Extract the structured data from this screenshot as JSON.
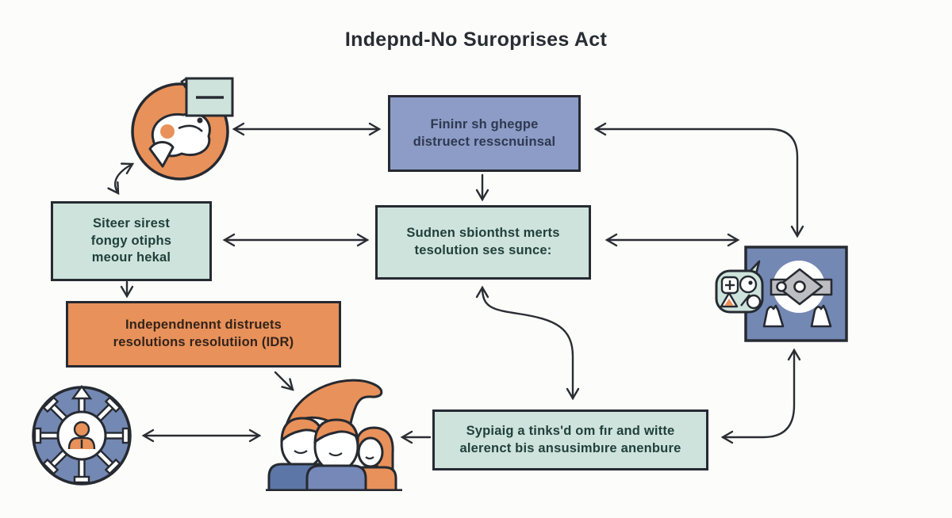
{
  "title": "Indepnd-No Suroprises Act",
  "boxes": {
    "top": "Fininr sh ghegpe\ndistruect resscnuinsal",
    "left": "Siteer sirest\nfongy otiphs\nmeour hekal",
    "middle": "Sudnen sbionthst merts\ntesolution ses sunce:",
    "idr": "Independnennt distruets\nresolutions resolutiion (IDR)",
    "bottom": "Sypiaig a tinks'd om fır and witte\nalerenct bis ansusimbıre anenbure"
  },
  "icons": {
    "top_left": "brain-with-note-icon",
    "bottom_left": "person-hub-icon",
    "family": "family-icon",
    "right": "arbiter-review-icon"
  },
  "colors": {
    "background": "#FCFCFA",
    "orange": "#E8915A",
    "teal": "#CDE3DB",
    "blue-box": "#8C9CC6",
    "blue-icon": "#7488B4",
    "outline": "#262A31",
    "arrow": "#2A2D33",
    "gray-band": "#BCBEC2"
  }
}
